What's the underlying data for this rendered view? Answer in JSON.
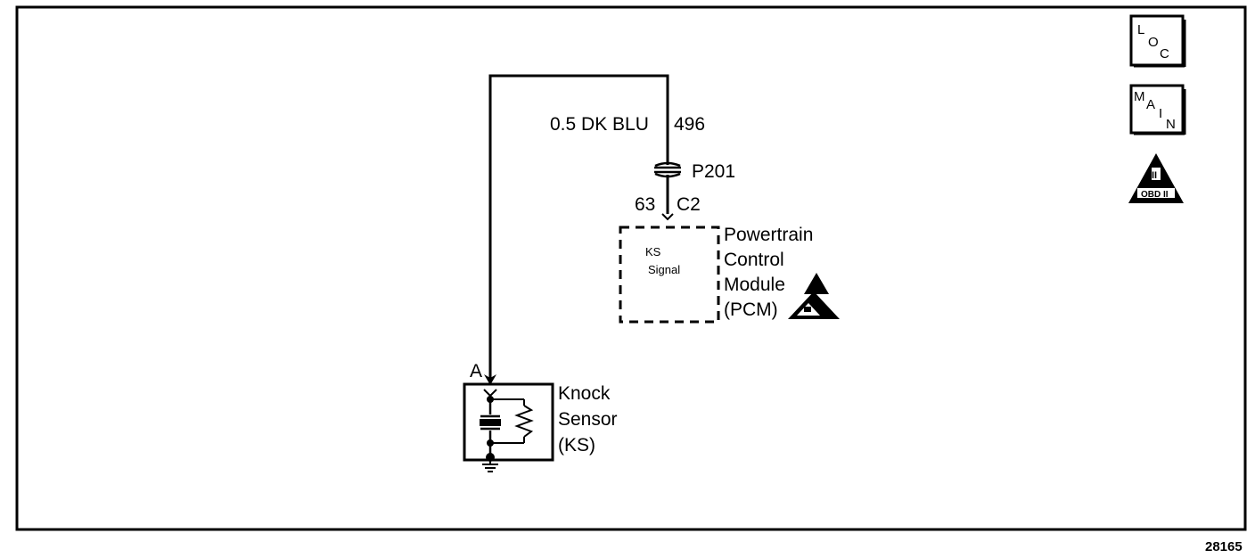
{
  "wire": {
    "gauge_color": "0.5 DK BLU",
    "circuit": "496"
  },
  "connector": {
    "name": "P201",
    "pin": "63",
    "cavity": "C2"
  },
  "pcm": {
    "line1": "Powertrain",
    "line2": "Control",
    "line3": "Module",
    "line4": "(PCM)",
    "signal_line1": "KS",
    "signal_line2": "Signal"
  },
  "knock_sensor": {
    "terminal": "A",
    "line1": "Knock",
    "line2": "Sensor",
    "line3": "(KS)"
  },
  "side_icons": {
    "loc": {
      "l": "L",
      "o": "O",
      "c": "C"
    },
    "main": {
      "m": "M",
      "a": "A",
      "i": "I",
      "n": "N"
    },
    "obd": {
      "top": "II",
      "label": "OBD II"
    }
  },
  "figure_number": "28165",
  "icon_names": [
    "esd-warning-icon",
    "esd-hand-warning-icon",
    "ground-symbol-icon",
    "piezo-crystal-icon",
    "resistor-icon",
    "arrow-terminal-icon"
  ]
}
